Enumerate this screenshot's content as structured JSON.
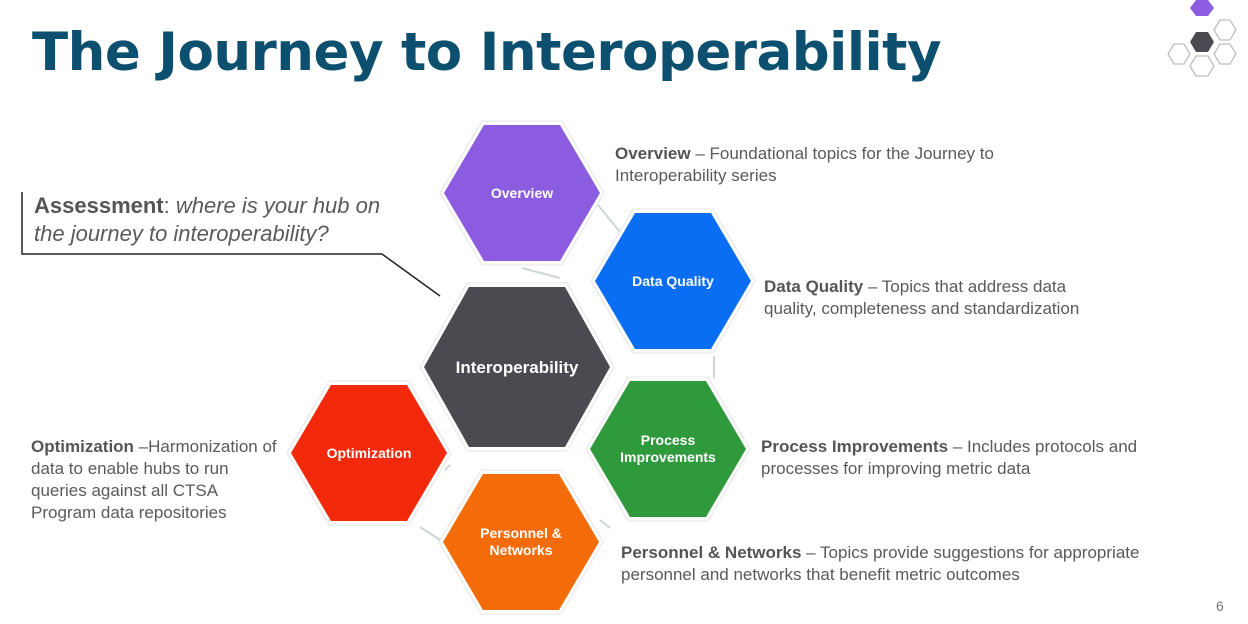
{
  "slide": {
    "title": "The Journey to Interoperability",
    "page_number": "6"
  },
  "assessment": {
    "term": "Assessment",
    "separator": ": ",
    "question": "where is your hub on the journey to interoperability?"
  },
  "hexagons": {
    "overview": {
      "label": "Overview",
      "color": "#8b5ce0"
    },
    "data_quality": {
      "label": "Data Quality",
      "color": "#0a6ef5"
    },
    "interoperability": {
      "label": "Interoperability",
      "color": "#4a4a50"
    },
    "process_line1": "Process",
    "process_line2": "Improvements",
    "process_color": "#2f9a3c",
    "personnel_line1": "Personnel &",
    "personnel_line2": "Networks",
    "personnel_color": "#f46c0a",
    "optimization": {
      "label": "Optimization",
      "color": "#f2290a"
    }
  },
  "descriptions": {
    "overview": {
      "term": "Overview",
      "text": " – Foundational topics for the Journey to Interoperability series"
    },
    "data_quality": {
      "term": "Data Quality",
      "text": " – Topics that address data quality, completeness and standardization"
    },
    "process": {
      "term": "Process Improvements",
      "text": " – Includes protocols and processes for improving metric data"
    },
    "personnel": {
      "term": "Personnel & Networks",
      "text": " – Topics provide suggestions for appropriate personnel and networks that benefit metric outcomes"
    },
    "optimization": {
      "term": "Optimization",
      "text": " –Harmonization of data to enable hubs to run queries against all CTSA Program data repositories"
    }
  },
  "colors": {
    "title": "#0d4f6e",
    "logo_accent": "#8b5ce0",
    "logo_dark": "#4a4a50"
  }
}
